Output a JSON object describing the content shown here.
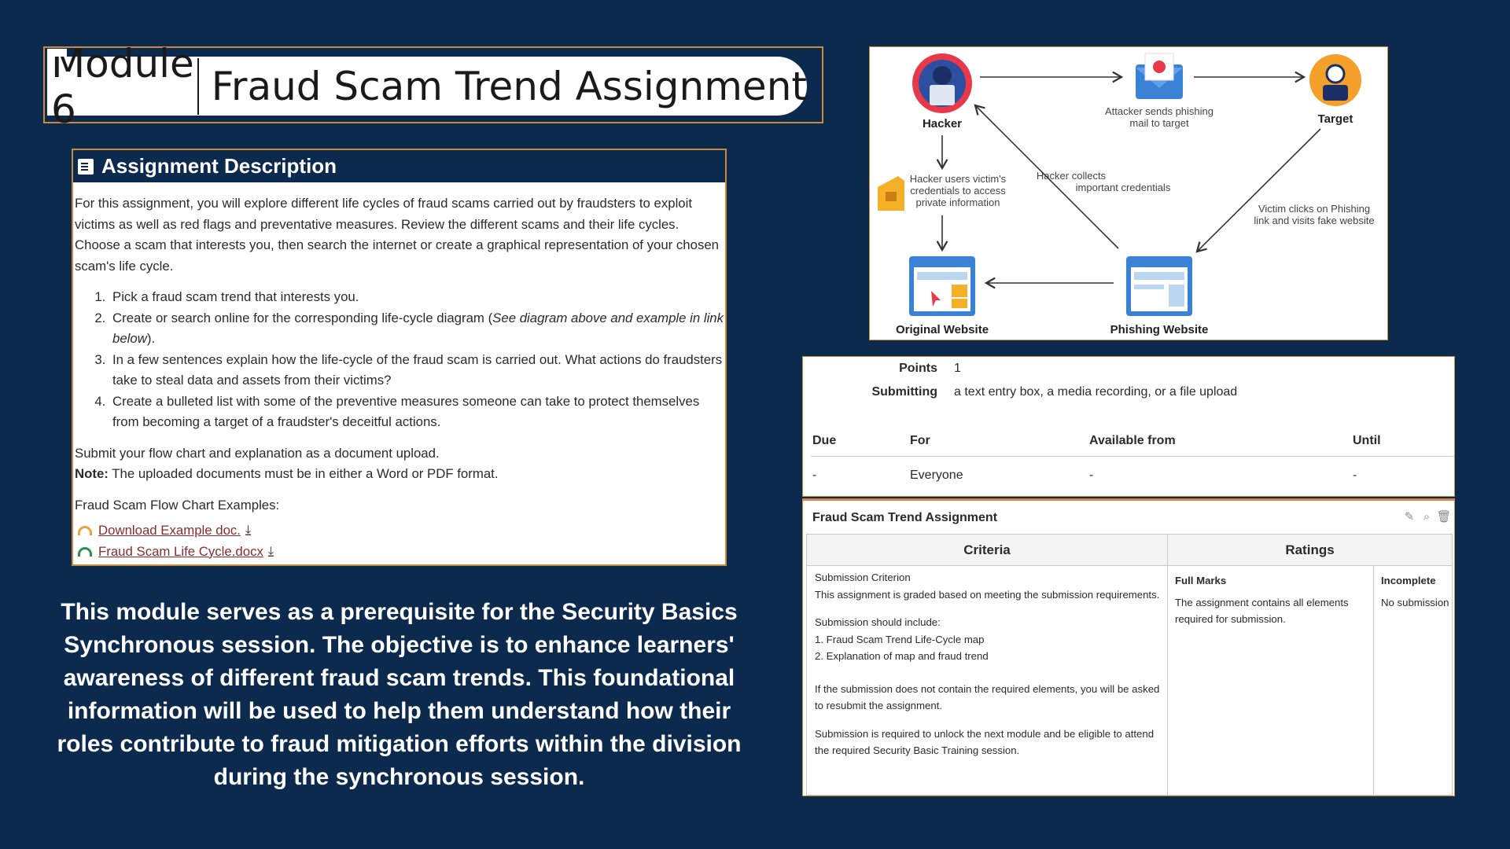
{
  "title": {
    "module": "Module 6",
    "text": "Fraud Scam Trend Assignment"
  },
  "assignment": {
    "heading": "Assignment Description",
    "intro": "For this assignment, you will explore different life cycles of fraud scams carried out by fraudsters to exploit victims as well as red flags and preventative measures. Review the different scams and their life cycles. Choose a scam that interests you, then search the internet or create a graphical representation of your chosen scam's life cycle.",
    "steps": [
      {
        "text": "Pick a fraud scam trend that interests you.",
        "italic": ""
      },
      {
        "text": "Create or search online for the corresponding life-cycle diagram (",
        "italic": "See diagram above and example in link below",
        "after": ")."
      },
      {
        "text": "In a few sentences explain how the life-cycle of the fraud scam is carried out. What actions do fraudsters take to steal data and assets from their victims?",
        "italic": ""
      },
      {
        "text": "Create a bulleted list with some of the preventive measures someone can take to protect themselves from becoming a target of a fraudster's deceitful actions.",
        "italic": ""
      }
    ],
    "submit_text": "Submit your flow chart and explanation as a document upload.",
    "note_label": "Note:",
    "note_text": " The uploaded documents must be in either a Word or PDF format.",
    "examples_label": "Fraud Scam Flow Chart Examples:",
    "links": [
      {
        "label": "Download Example doc.",
        "color": "#e8a33a"
      },
      {
        "label": "Fraud Scam Life Cycle.docx",
        "color": "#2e8b57"
      }
    ]
  },
  "module_desc": "This module serves as a prerequisite for the Security Basics Synchronous session. The objective is to enhance learners' awareness of different fraud scam trends. This foundational information will be used to help them understand how their roles contribute to fraud mitigation efforts within the division during the synchronous session.",
  "diagram": {
    "hacker": "Hacker",
    "target": "Target",
    "mail_caption_1": "Attacker sends phishing",
    "mail_caption_2": "mail to target",
    "lock_caption_1": "Hacker users victim's",
    "lock_caption_2": "credentials to access",
    "lock_caption_3": "private information",
    "collect_caption_1": "Hacker collects",
    "collect_caption_2": "important credentials",
    "click_caption_1": "Victim clicks on Phishing",
    "click_caption_2": "link and visits fake website",
    "original": "Original Website",
    "phishing": "Phishing Website"
  },
  "details": {
    "points_label": "Points",
    "points_value": "1",
    "submitting_label": "Submitting",
    "submitting_value": "a text entry box, a media recording, or a file upload",
    "cols": [
      "Due",
      "For",
      "Available from",
      "Until"
    ],
    "row": [
      "-",
      "Everyone",
      "-",
      "-"
    ]
  },
  "rubric": {
    "title": "Fraud Scam Trend Assignment",
    "criteria_header": "Criteria",
    "ratings_header": "Ratings",
    "criterion_name": "Submission Criterion",
    "criterion_desc": "This assignment is graded based on meeting the submission requirements.",
    "include_label": "Submission should include:",
    "include_1": "1. Fraud Scam Trend Life-Cycle map",
    "include_2": "2. Explanation of map and fraud trend",
    "resubmit": "If the submission does not contain the required elements, you will be asked to resubmit the assignment.",
    "unlock": "Submission is required to unlock the next module and be eligible to attend the required Security Basic Training session.",
    "full_title": "Full Marks",
    "full_desc": "The assignment contains all elements required for submission.",
    "incomplete_title": "Incomplete",
    "incomplete_desc": "No submission"
  }
}
